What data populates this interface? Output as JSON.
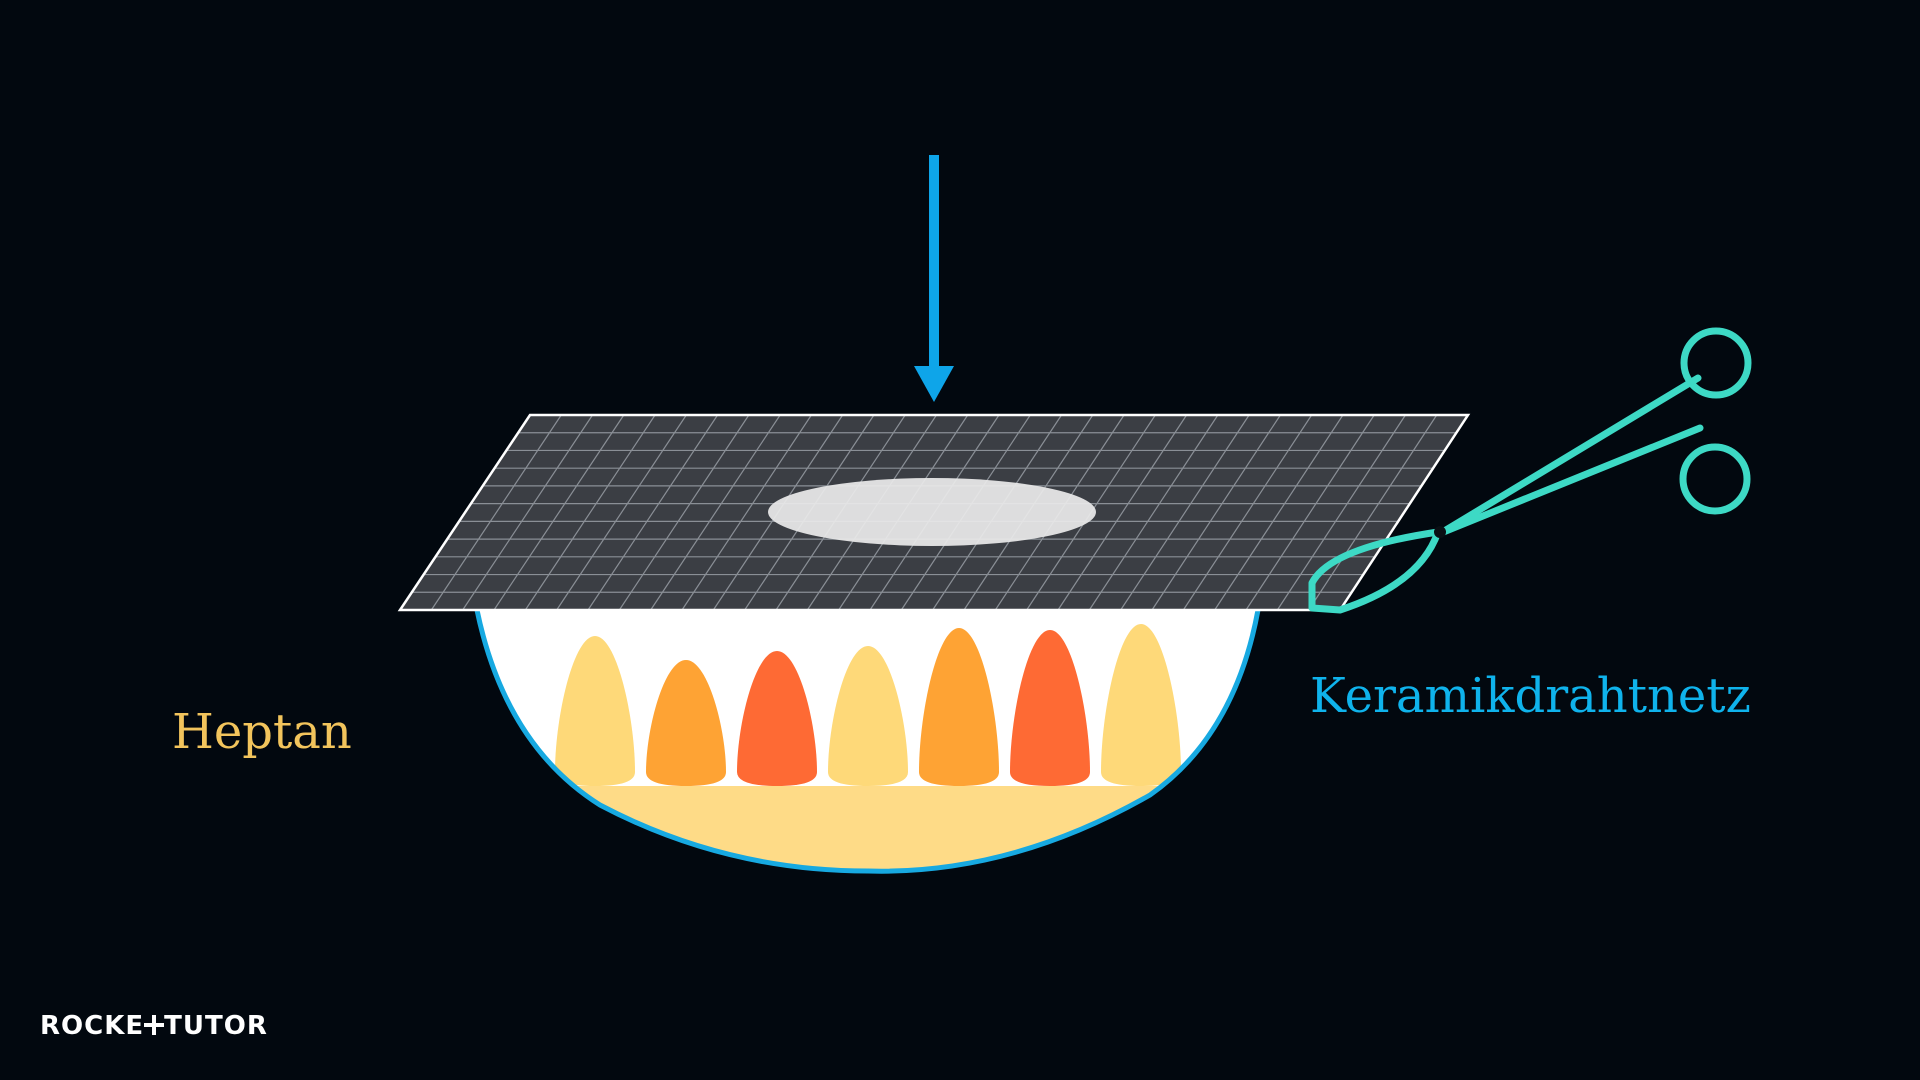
{
  "labels": {
    "fuel": "Heptan",
    "mesh": "Keramikdrahtnetz"
  },
  "logo": {
    "text": "ROCKETUTOR",
    "part1": "ROCKE",
    "part2": "TUTO",
    "part3": "R"
  },
  "colors": {
    "background": "#02080f",
    "arrow": "#0ea5e9",
    "tongs": "#3dd9c5",
    "mesh": "#3b3e44",
    "mesh_lines": "#8a8f96",
    "fuel_label": "#f2c45c",
    "mesh_label": "#0fb3ec",
    "dish_outline": "#17a9e1",
    "liquid": "#fedb87",
    "flame_yellow": "#fed979",
    "flame_orange": "#fea334",
    "flame_red": "#fe6a34"
  },
  "flames": [
    {
      "color": "yellow"
    },
    {
      "color": "orange"
    },
    {
      "color": "red"
    },
    {
      "color": "yellow"
    },
    {
      "color": "orange"
    },
    {
      "color": "red"
    },
    {
      "color": "yellow"
    }
  ],
  "icons": {
    "arrow": "down-arrow-icon",
    "tongs": "crucible-tongs-icon",
    "logo_plus": "plus-icon"
  }
}
